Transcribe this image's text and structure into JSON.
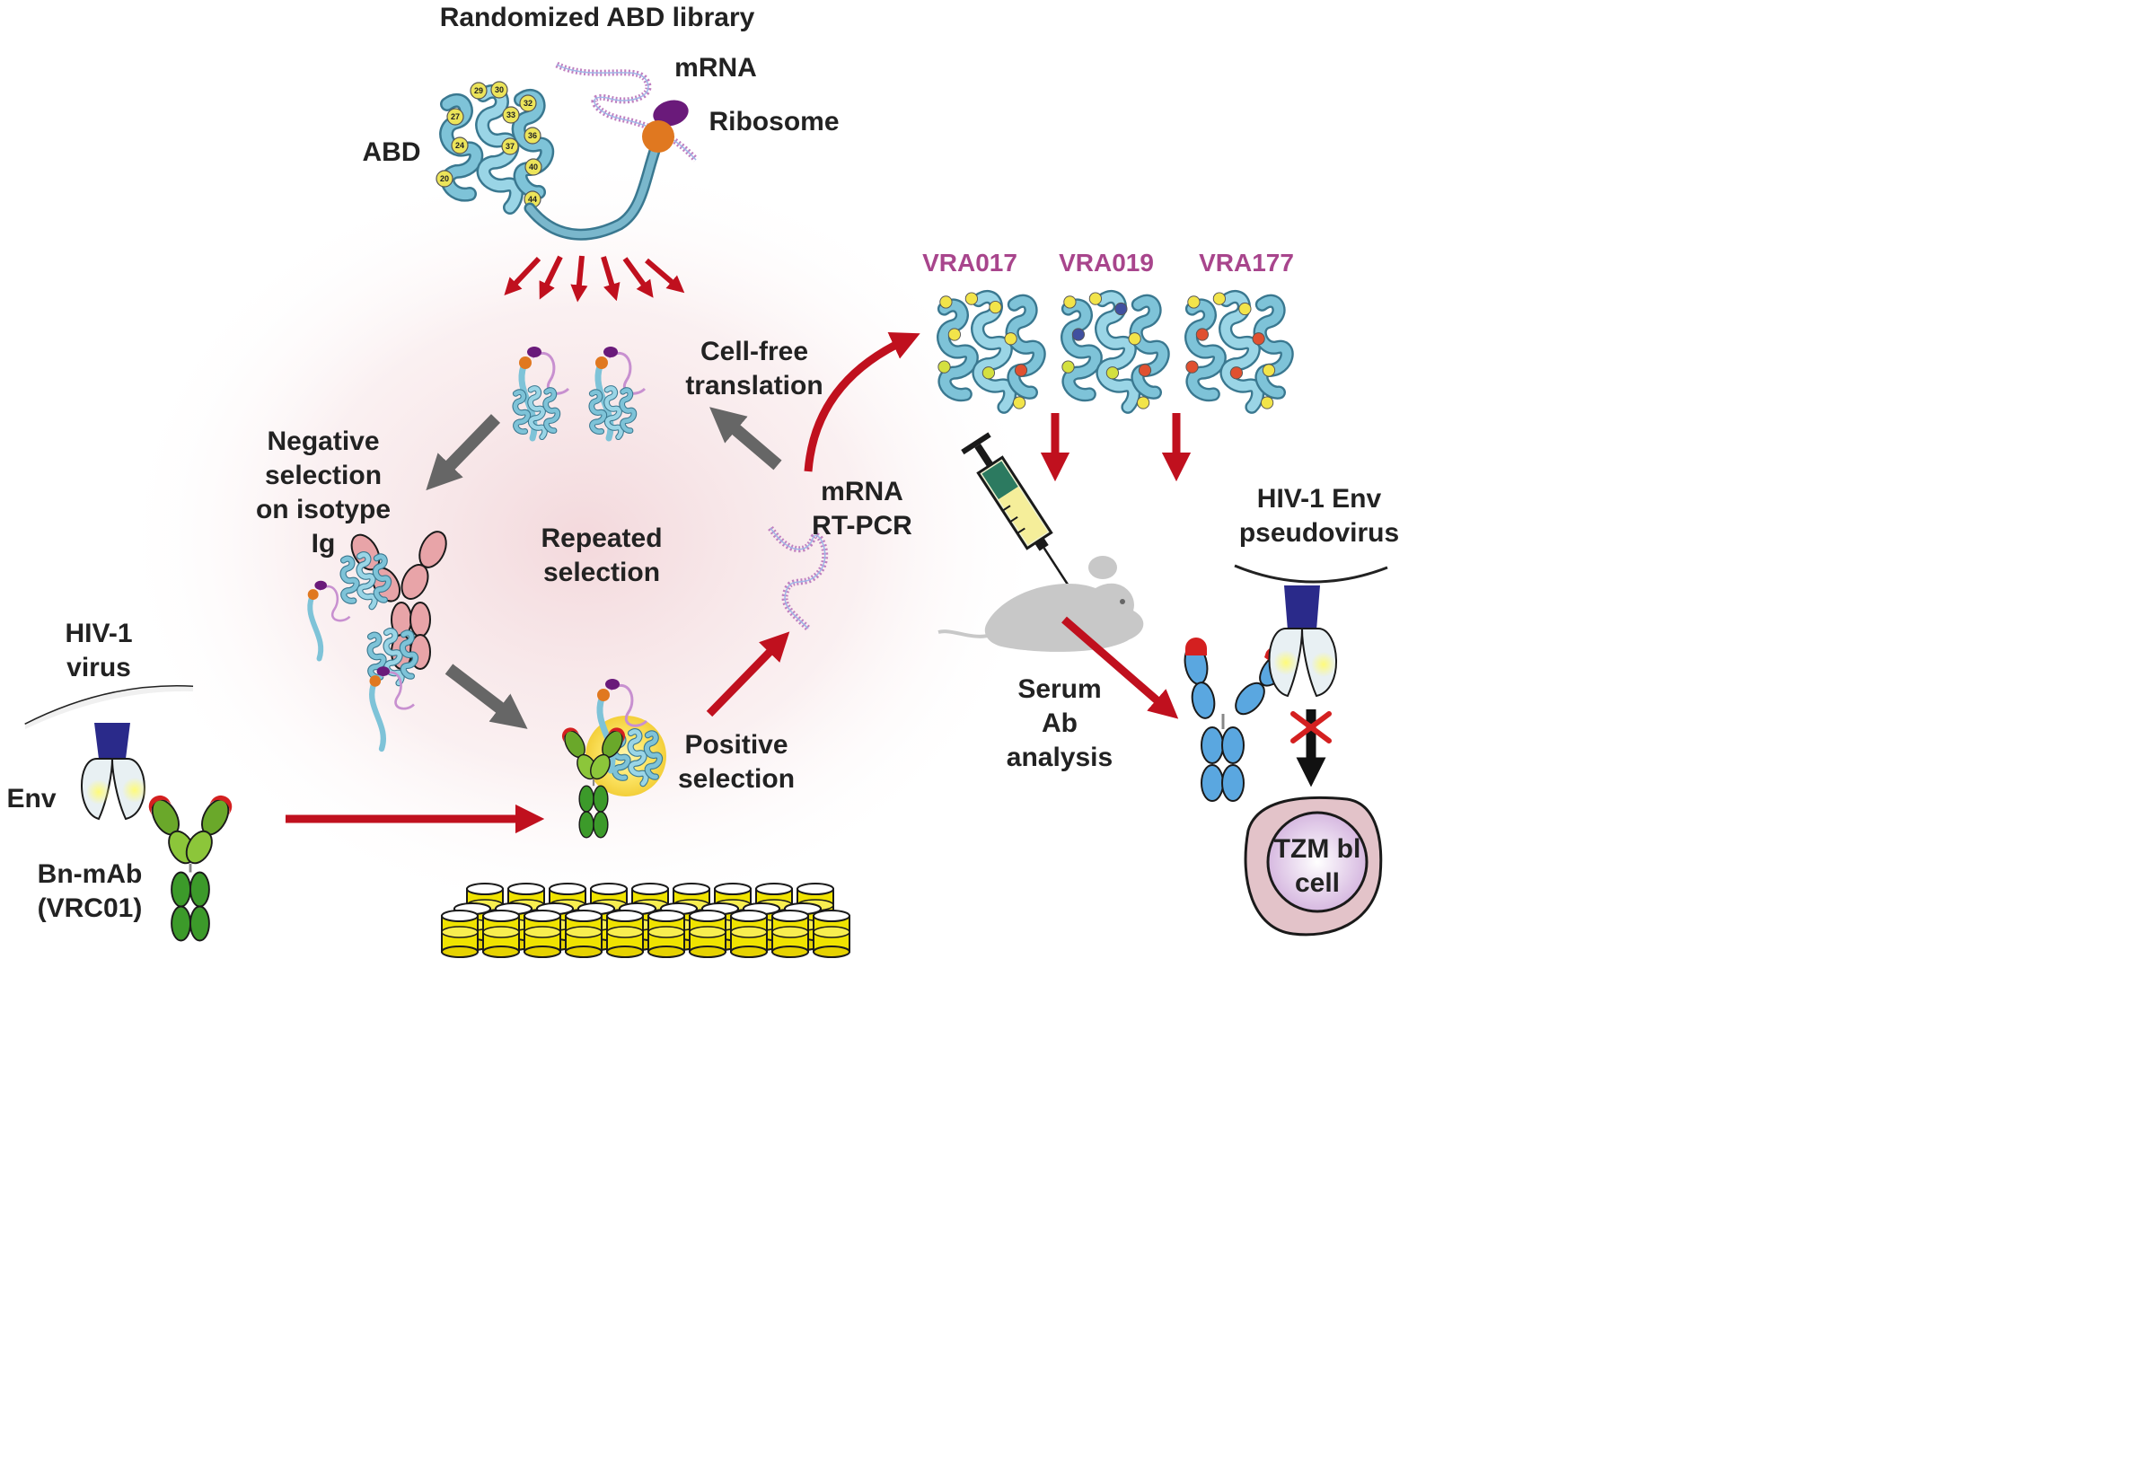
{
  "labels": {
    "library_title": "Randomized ABD library",
    "mrna": "mRNA",
    "ribosome": "Ribosome",
    "abd": "ABD",
    "cell_free_1": "Cell-free",
    "cell_free_2": "translation",
    "negative_1": "Negative",
    "negative_2": "selection",
    "negative_3": "on isotype",
    "negative_4": "Ig",
    "repeated_1": "Repeated",
    "repeated_2": "selection",
    "rtpcr_1": "mRNA",
    "rtpcr_2": "RT-PCR",
    "positive_1": "Positive",
    "positive_2": "selection",
    "hiv_virus_1": "HIV-1",
    "hiv_virus_2": "virus",
    "env": "Env",
    "bnmab_1": "Bn-mAb",
    "bnmab_2": "(VRC01)",
    "serum_1": "Serum",
    "serum_2": "Ab",
    "serum_3": "analysis",
    "pseudovirus_1": "HIV-1 Env",
    "pseudovirus_2": "pseudovirus",
    "tzm_1": "TZM bl",
    "tzm_2": "cell"
  },
  "variants": [
    "VRA017",
    "VRA019",
    "VRA177"
  ],
  "residues": [
    "29",
    "30",
    "32",
    "27",
    "33",
    "24",
    "36",
    "37",
    "40",
    "20",
    "44"
  ],
  "colors": {
    "label_text": "#222222",
    "variant_text": "#a8458c",
    "helix": "#7ec3d8",
    "selection_arrow": "#c0101e",
    "cycle_arrow": "#666666",
    "antibody_green": "#3c9a2a",
    "antibody_tip": "#d42020",
    "neg_antibody": "#e8a4a8",
    "target_blue": "#4a90d0",
    "env_trimer": "#2a2a8a",
    "mrna": "#c080c0",
    "ribosome_large": "#6a1a7a",
    "ribosome_small": "#e07820",
    "positive_glow": "#f3cf3a",
    "well_yellow": "#f0e300",
    "tzm_cell": "#e3c3c9"
  },
  "icons": [
    "helix-icon",
    "mrna-icon",
    "ribosome-icon",
    "antibody-icon",
    "syringe-icon",
    "mouse-icon",
    "cell-icon",
    "microplate-icon"
  ]
}
